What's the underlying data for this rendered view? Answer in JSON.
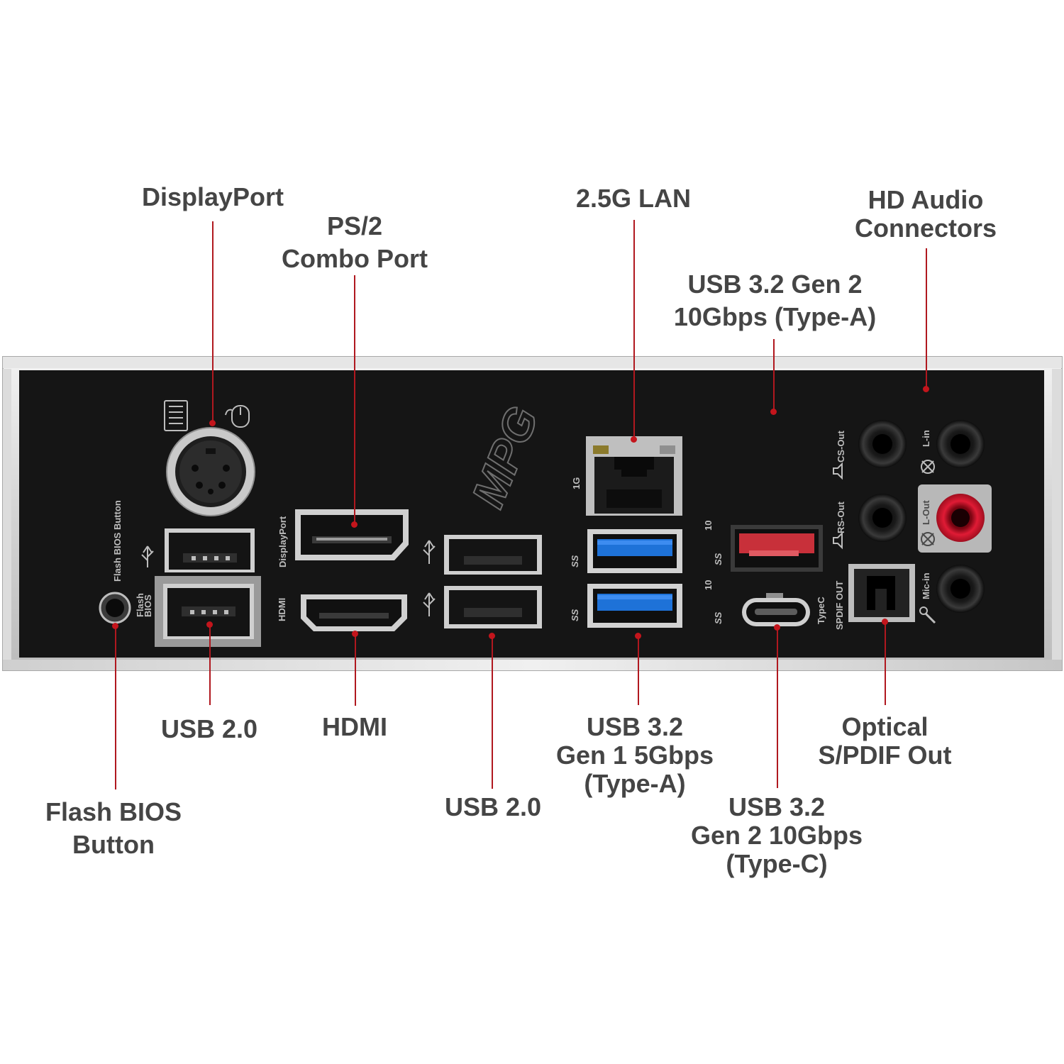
{
  "callouts": {
    "displayport": [
      "DisplayPort"
    ],
    "ps2": [
      "PS/2",
      "Combo Port"
    ],
    "lan": [
      "2.5G LAN"
    ],
    "audio": [
      "HD Audio",
      "Connectors"
    ],
    "usb_gen2_a": [
      "USB 3.2 Gen 2",
      "10Gbps (Type-A)"
    ],
    "usb20_left": [
      "USB 2.0"
    ],
    "hdmi": [
      "HDMI"
    ],
    "usb32_gen1": [
      "USB 3.2",
      "Gen 1 5Gbps",
      "(Type-A)"
    ],
    "optical": [
      "Optical",
      "S/PDIF Out"
    ],
    "flash_bios": [
      "Flash BIOS",
      "Button"
    ],
    "usb20_mid": [
      "USB 2.0"
    ],
    "usb_gen2_c": [
      "USB 3.2",
      "Gen 2 10Gbps",
      "(Type-C)"
    ]
  },
  "panel": {
    "logo": "MPG",
    "flash_bios_label": "Flash BIOS Button",
    "flash_small_label": [
      "Flash",
      "BIOS"
    ],
    "displayport_label": "DisplayPort",
    "hdmi_label": "HDMI",
    "lan_speed_label": "1G",
    "typec_label": "TypeC",
    "spdif_label": "SPDIF OUT",
    "usb10_label": "10",
    "ss_label": "SS",
    "audio_labels": {
      "cs_out": "CS-Out",
      "rs_out": "RS-Out",
      "l_in": "L-in",
      "l_out": "L-Out",
      "mic_in": "Mic-in"
    }
  },
  "colors": {
    "panel_black": "#151515",
    "bracket_silver": "#d9d9d9",
    "leader_red": "#b0181f",
    "usb3_blue": "#1e72d8",
    "usb_red": "#c8303a",
    "audio_pink": "#d0142a",
    "label_gray": "#454545"
  }
}
